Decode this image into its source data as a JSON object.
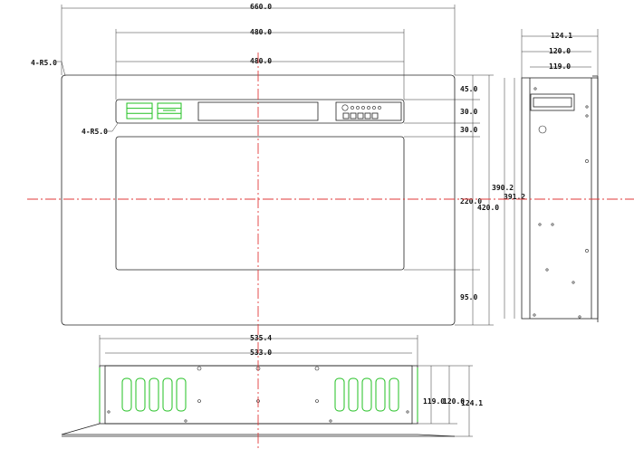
{
  "front_view": {
    "overall_width": "660.0",
    "opening_width": "480.0",
    "screen_width": "480.0",
    "corner_radius_outer": "4-R5.0",
    "corner_radius_inner": "4-R5.0",
    "top_margin": "45.0",
    "control_band": "30.0",
    "band_gap": "30.0",
    "center_height": "220.0",
    "overall_height": "420.0",
    "bottom_margin": "95.0"
  },
  "side_view": {
    "depth_outer": "124.1",
    "depth_mid": "120.0",
    "depth_inner": "119.0",
    "height_inner": "390.2",
    "height_outer": "391.2"
  },
  "bottom_view": {
    "width_outer": "535.4",
    "width_inner": "533.0",
    "depth_a": "119.0",
    "depth_b": "120.0",
    "depth_c": "124.1"
  },
  "colors": {
    "centerline": "#e23a3a",
    "vents": "#22c022",
    "lines": "#222222"
  }
}
